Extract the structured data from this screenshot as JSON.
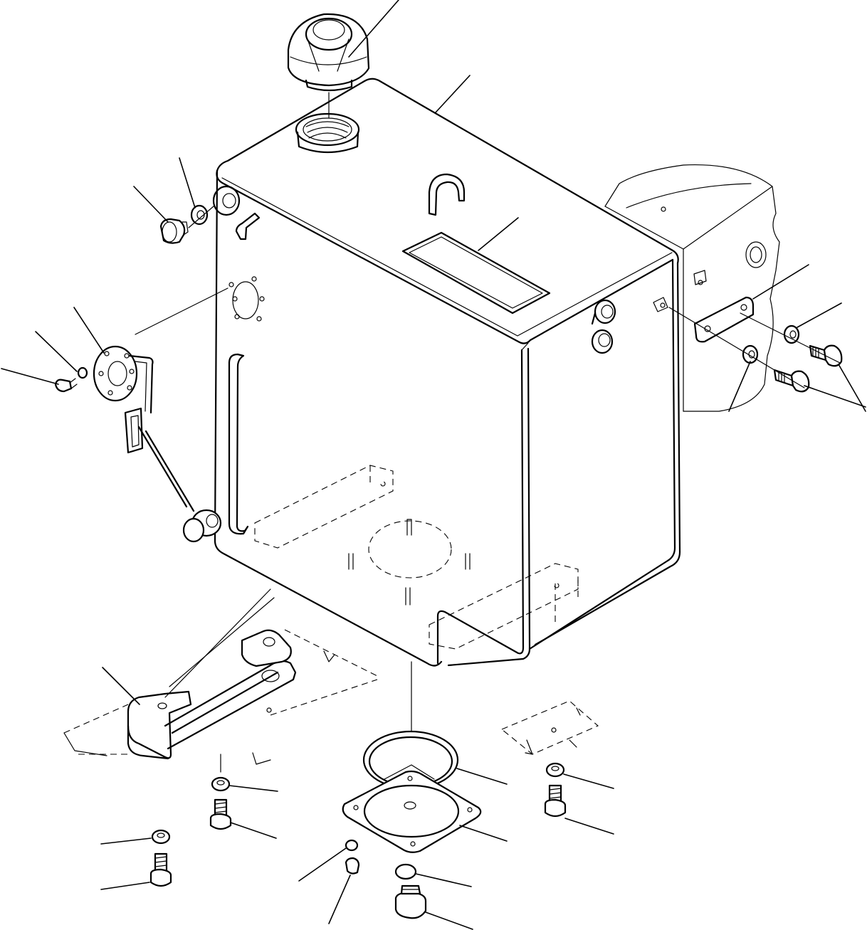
{
  "figure": {
    "kind": "exploded-parts-view",
    "subject": "hydraulic-tank-assembly",
    "callout_labels": []
  },
  "colors": {
    "line": "#000000",
    "background": "#ffffff"
  },
  "parts": [
    {
      "id": "filler-cap",
      "icon": "filler-cap-icon"
    },
    {
      "id": "filler-neck",
      "icon": "filler-neck-icon"
    },
    {
      "id": "tank-body",
      "icon": "tank-body-icon"
    },
    {
      "id": "nameplate",
      "icon": "nameplate-icon"
    },
    {
      "id": "drain-plug",
      "icon": "plug-icon"
    },
    {
      "id": "plug-washer",
      "icon": "washer-icon"
    },
    {
      "id": "level-sender-flange",
      "icon": "flange-icon"
    },
    {
      "id": "sender-screw",
      "icon": "screw-icon"
    },
    {
      "id": "sender-washer",
      "icon": "washer-icon"
    },
    {
      "id": "float-arm",
      "icon": "float-icon"
    },
    {
      "id": "mounting-bracket-right",
      "icon": "bracket-icon"
    },
    {
      "id": "bracket-bolts",
      "icon": "bolt-icon"
    },
    {
      "id": "bracket-washers",
      "icon": "washer-icon"
    },
    {
      "id": "support-bracket-left",
      "icon": "bracket-icon"
    },
    {
      "id": "strainer-o-ring",
      "icon": "o-ring-icon"
    },
    {
      "id": "strainer-cover",
      "icon": "cover-plate-icon"
    },
    {
      "id": "drain-plug-bottom",
      "icon": "plug-icon"
    },
    {
      "id": "mount-bolts",
      "icon": "bolt-icon"
    },
    {
      "id": "mount-washers",
      "icon": "washer-icon"
    }
  ]
}
